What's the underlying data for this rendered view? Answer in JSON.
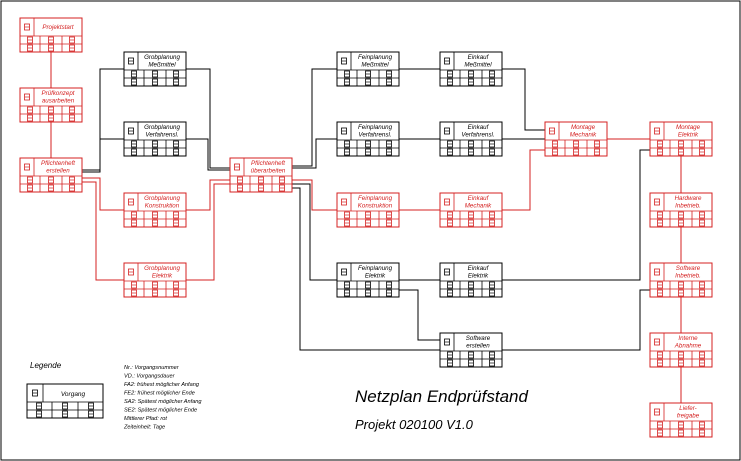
{
  "colors": {
    "critical": "#d42020",
    "normal": "#000000",
    "background": "#ffffff"
  },
  "cell_marker": "8",
  "tasks": [
    {
      "id": "projektstart",
      "label": [
        "Projektstart"
      ],
      "critical": true
    },
    {
      "id": "pruefkonzept",
      "label": [
        "Prüfkonzept",
        "ausarbeiten"
      ],
      "critical": true
    },
    {
      "id": "pflichtenheft-erstellen",
      "label": [
        "Pflichtenheft",
        "erstellen"
      ],
      "critical": true
    },
    {
      "id": "grobplanung-messmittel",
      "label": [
        "Grobplanung",
        "Meßmittel"
      ],
      "critical": false
    },
    {
      "id": "grobplanung-verfahrensablauf",
      "label": [
        "Grobplanung",
        "Verfahrensl."
      ],
      "critical": false
    },
    {
      "id": "grobplanung-konstruktion",
      "label": [
        "Grobplanung",
        "Konstruktion"
      ],
      "critical": true
    },
    {
      "id": "grobplanung-elektrik",
      "label": [
        "Grobplanung",
        "Elektrik"
      ],
      "critical": true
    },
    {
      "id": "pflichtenheft-ueberarbeiten",
      "label": [
        "Pflichtenheft",
        "überarbeiten"
      ],
      "critical": true
    },
    {
      "id": "feinplanung-messmittel",
      "label": [
        "Feinplanung",
        "Meßmittel"
      ],
      "critical": false
    },
    {
      "id": "feinplanung-verfahrensablauf",
      "label": [
        "Feinplanung",
        "Verfahrensl."
      ],
      "critical": false
    },
    {
      "id": "feinplanung-konstruktion",
      "label": [
        "Feinplanung",
        "Konstruktion"
      ],
      "critical": true
    },
    {
      "id": "feinplanung-elektrik",
      "label": [
        "Feinplanung",
        "Elektrik"
      ],
      "critical": false
    },
    {
      "id": "einkauf-messmittel",
      "label": [
        "Einkauf",
        "Meßmittel"
      ],
      "critical": false
    },
    {
      "id": "einkauf-verfahrensablauf",
      "label": [
        "Einkauf",
        "Verfahrensl."
      ],
      "critical": false
    },
    {
      "id": "einkauf-mechanik",
      "label": [
        "Einkauf",
        "Mechanik"
      ],
      "critical": true
    },
    {
      "id": "einkauf-elektrik",
      "label": [
        "Einkauf",
        "Elektrik"
      ],
      "critical": false
    },
    {
      "id": "software-erstellen",
      "label": [
        "Software",
        "erstellen"
      ],
      "critical": false
    },
    {
      "id": "montage-mechanik",
      "label": [
        "Montage",
        "Mechanik"
      ],
      "critical": true
    },
    {
      "id": "montage-elektrik",
      "label": [
        "Montage",
        "Elektrik"
      ],
      "critical": true
    },
    {
      "id": "hardware-inbetriebnahme",
      "label": [
        "Hardware",
        "Inbetrieb."
      ],
      "critical": true
    },
    {
      "id": "software-inbetriebnahme",
      "label": [
        "Software",
        "Inbetrieb."
      ],
      "critical": true
    },
    {
      "id": "interne-abnahme",
      "label": [
        "Interne",
        "Abnahme"
      ],
      "critical": true
    },
    {
      "id": "liefer-freigabe",
      "label": [
        "Liefer-",
        "freigabe"
      ],
      "critical": true
    }
  ],
  "legend": {
    "title": "Legende",
    "example_label": "Vorgang",
    "definitions": [
      "Nr.: Vorgangsnummer",
      "VD.: Vorgangsdauer",
      "FA2: frühest möglicher Anfang",
      "FE2: frühest möglicher Ende",
      "SA2: Spätest möglicher Anfang",
      "SE2: Spätest möglicher Ende",
      "Mittlerer Pfad: rot",
      "Zeiteinheit: Tage"
    ]
  },
  "title": "Netzplan Endprüfstand",
  "subtitle": "Projekt 020100 V1.0"
}
